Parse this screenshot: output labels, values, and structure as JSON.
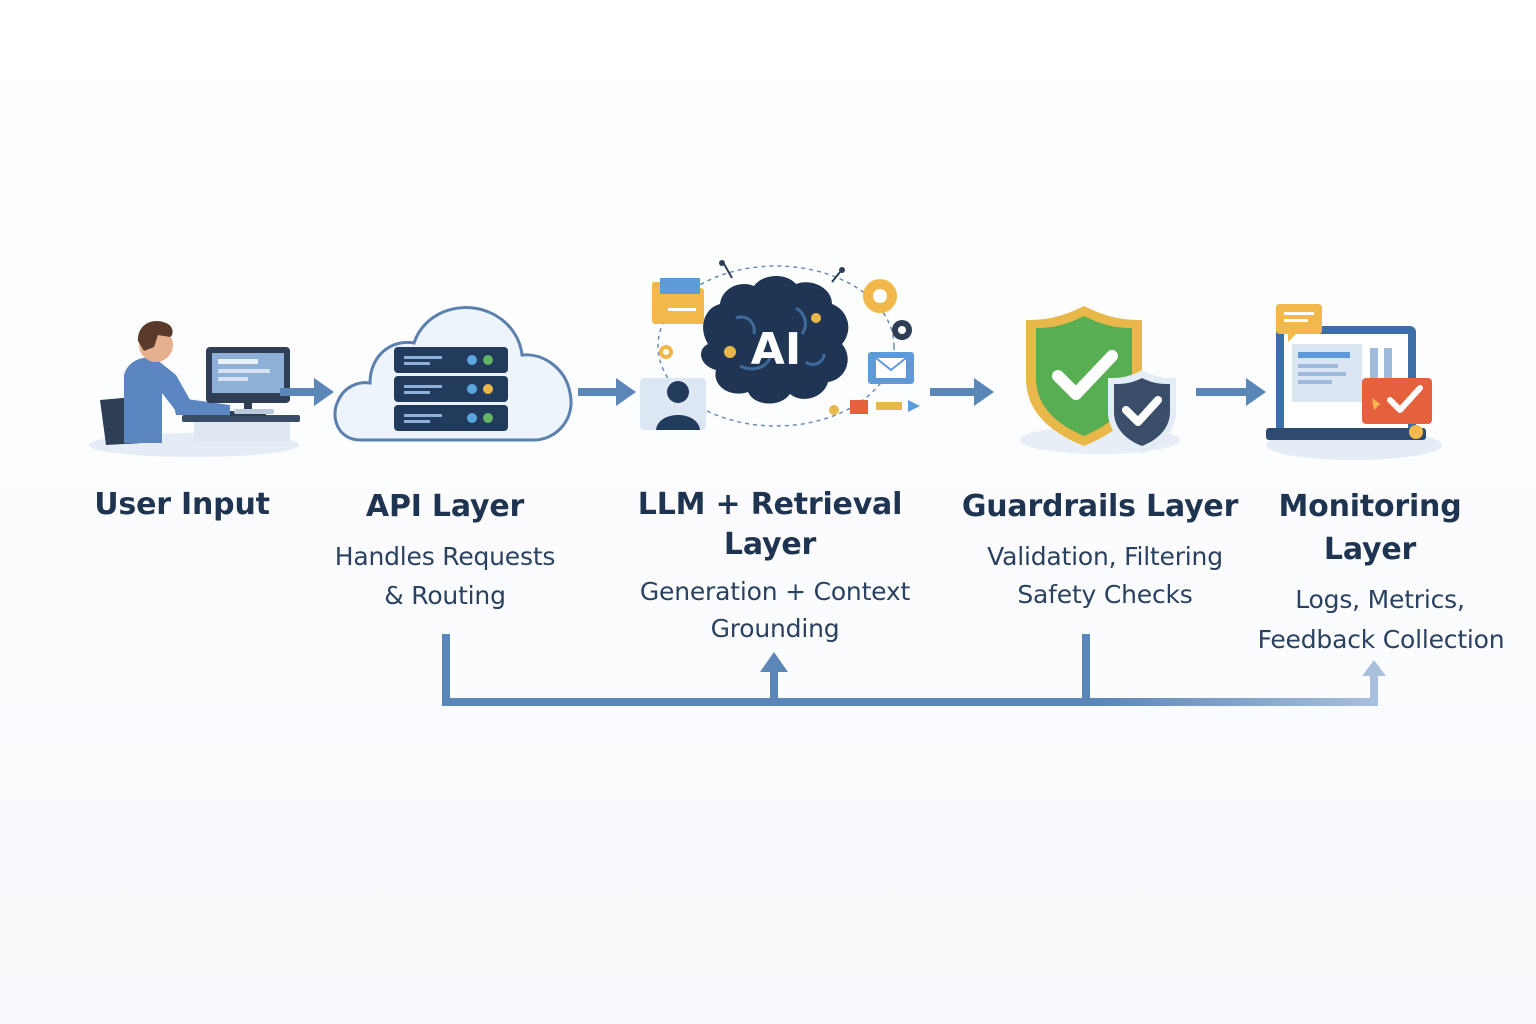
{
  "stages": [
    {
      "title": "User Input",
      "desc_line1": "",
      "desc_line2": ""
    },
    {
      "title": "API Layer",
      "desc_line1": "Handles Requests",
      "desc_line2": "& Routing"
    },
    {
      "title_line1": "LLM + Retrieval",
      "title_line2": "Layer",
      "desc_line1": "Generation + Context",
      "desc_line2": "Grounding"
    },
    {
      "title": "Guardrails Layer",
      "desc_line1": "Validation, Filtering",
      "desc_line2": "Safety Checks"
    },
    {
      "title_line1": "Monitoring",
      "title_line2": "Layer",
      "desc_line1": "Logs, Metrics,",
      "desc_line2": "Feedback Collection"
    }
  ],
  "icons": {
    "brain_label": "AI"
  },
  "colors": {
    "arrow": "#5b86b8",
    "navy": "#1f3450",
    "shield_green": "#58ae52",
    "shield_gold": "#e9b84a",
    "accent_orange": "#e5603c",
    "cloud_fill": "#eef4fb"
  }
}
